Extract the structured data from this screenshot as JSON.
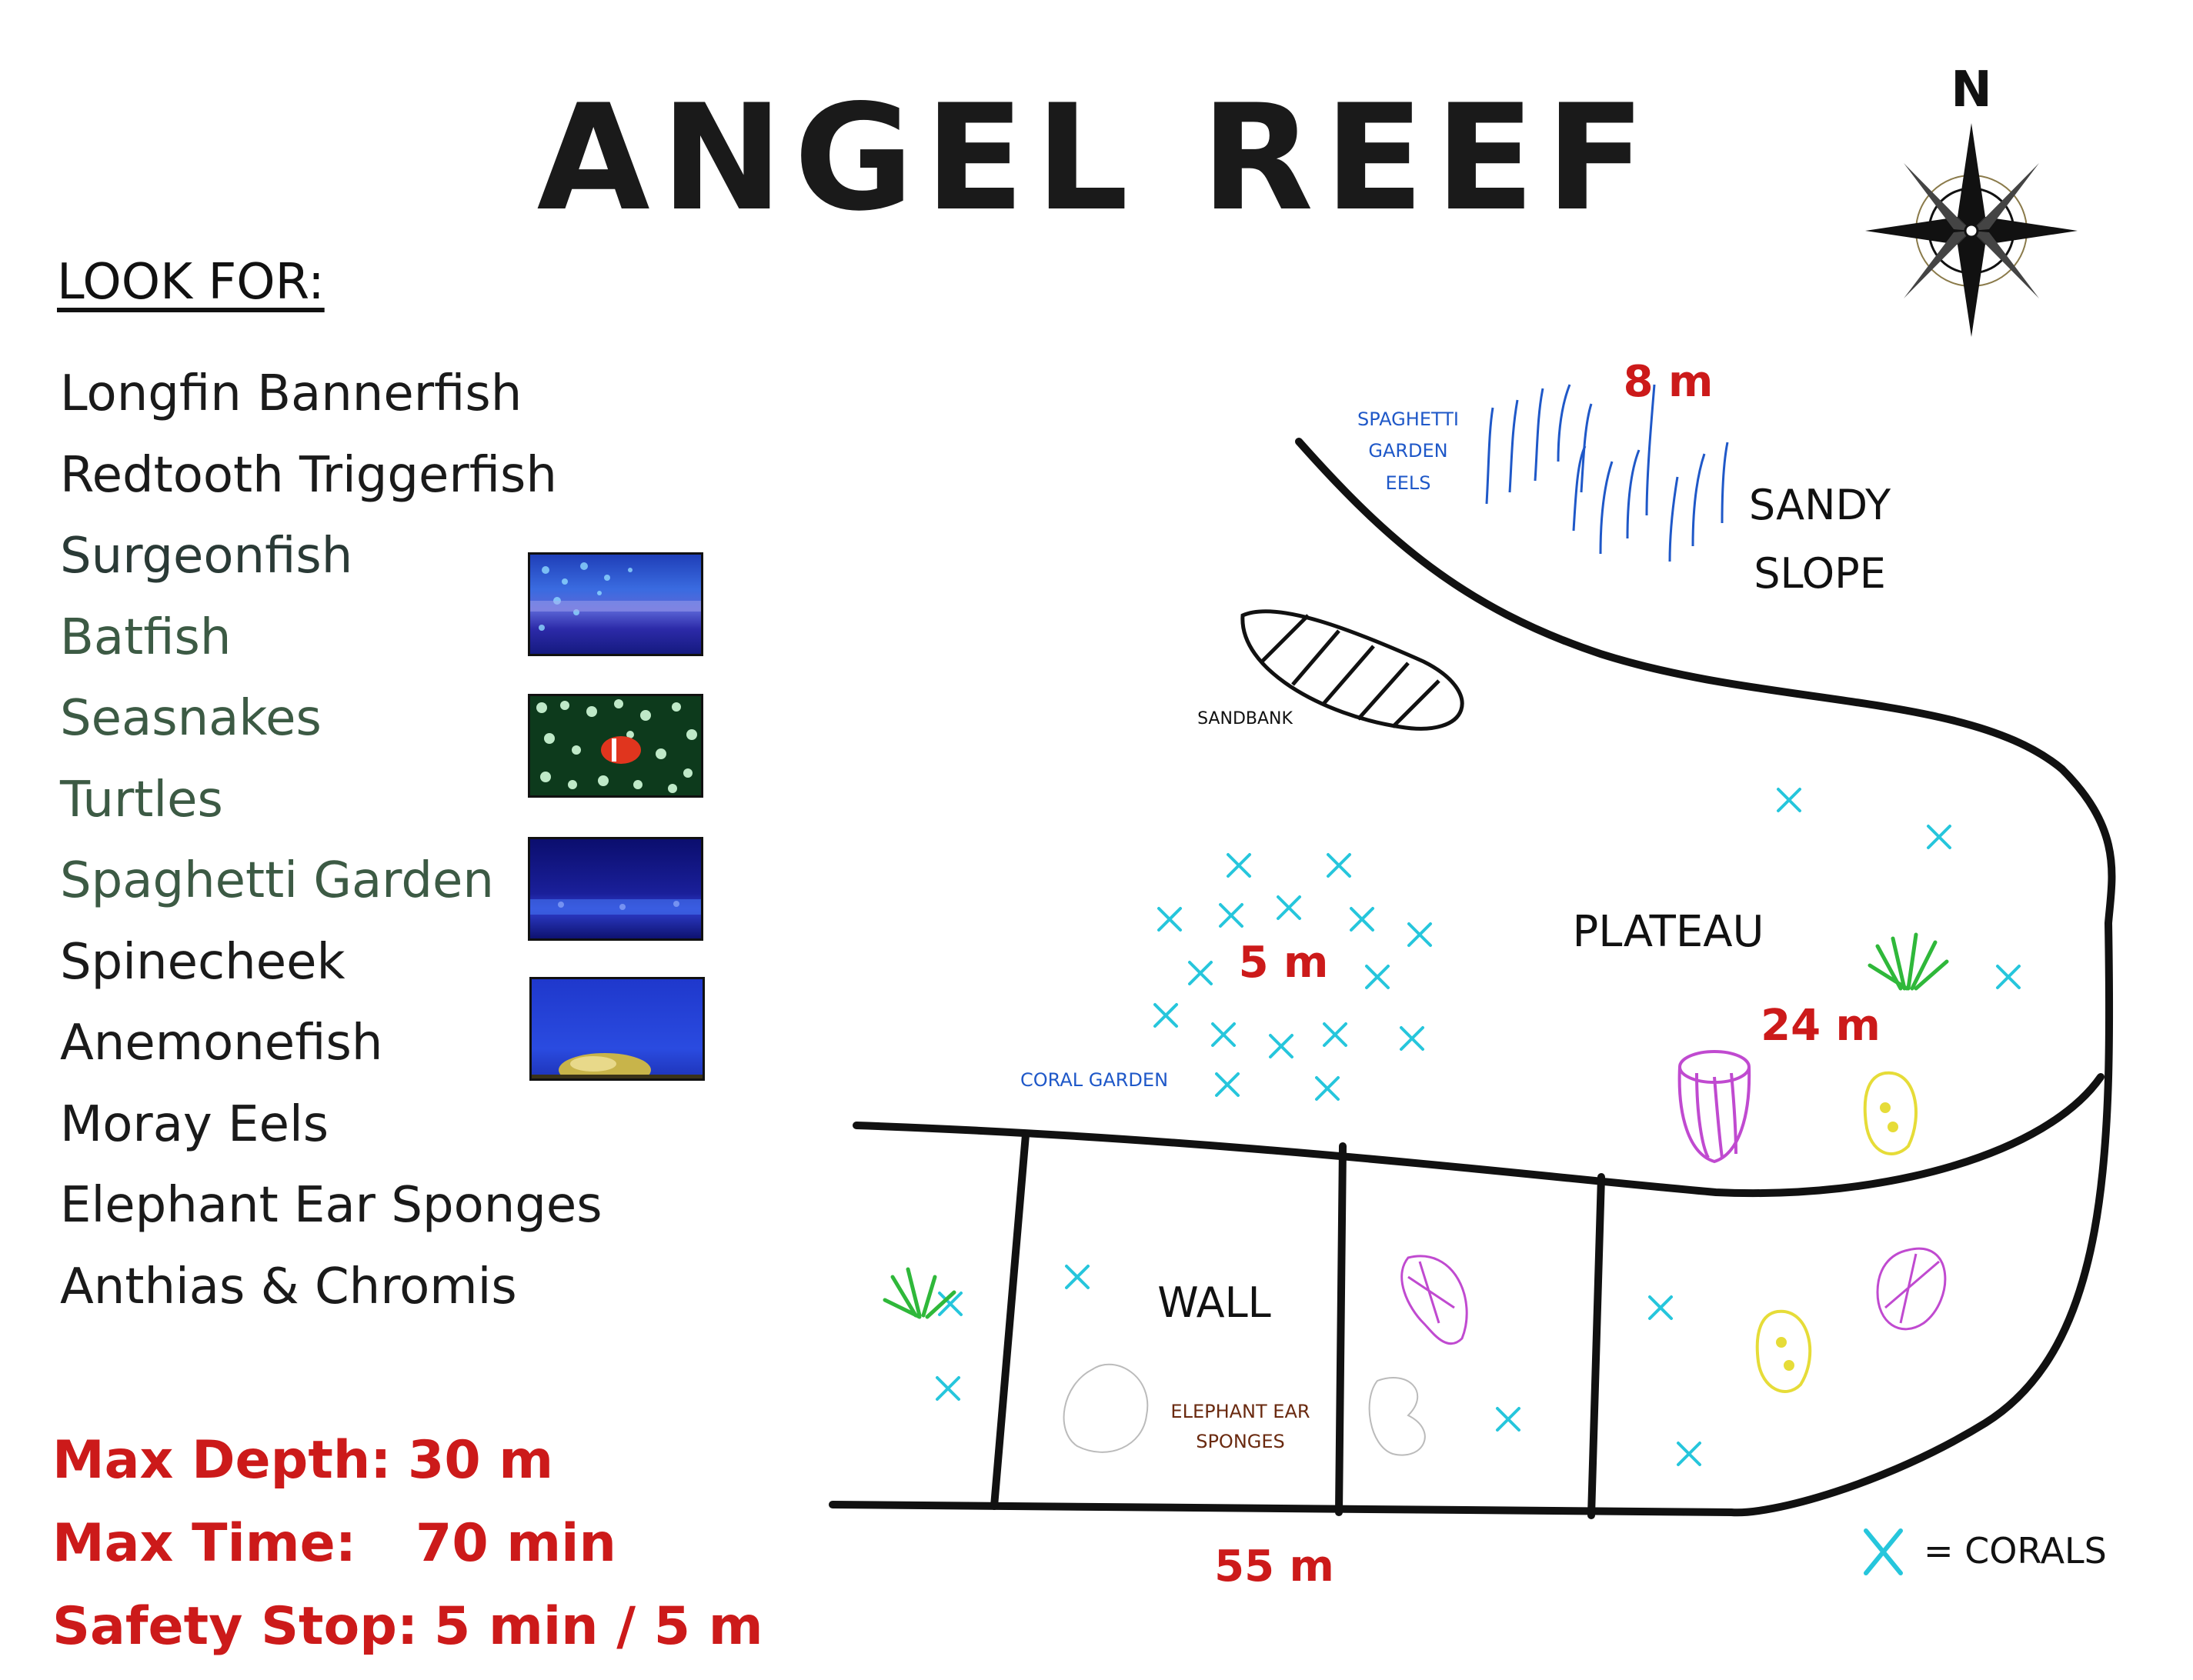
{
  "title": "ANGEL REEF",
  "compass": {
    "label": "N"
  },
  "look_for": {
    "heading": "LOOK FOR:",
    "items": [
      {
        "label": "Longfin Bannerfish",
        "color": "#1a1a1a"
      },
      {
        "label": "Redtooth Triggerfish",
        "color": "#1a1a1a"
      },
      {
        "label": "Surgeonfish",
        "color": "#2a3a36"
      },
      {
        "label": "Batfish",
        "color": "#3c5a44"
      },
      {
        "label": "Seasnakes",
        "color": "#3c5a44"
      },
      {
        "label": "Turtles",
        "color": "#3c5a44"
      },
      {
        "label": "Spaghetti Garden",
        "color": "#3c5a44"
      },
      {
        "label": "Spinecheek",
        "color": "#1a1a1a"
      },
      {
        "label": "Anemonefish",
        "color": "#1a1a1a"
      },
      {
        "label": "Moray Eels",
        "color": "#1a1a1a"
      },
      {
        "label": "Elephant Ear Sponges",
        "color": "#1a1a1a"
      },
      {
        "label": "Anthias & Chromis",
        "color": "#1a1a1a"
      }
    ]
  },
  "dive_info": {
    "max_depth_label": "Max Depth:",
    "max_depth_value": "30 m",
    "max_time_label": "Max Time:",
    "max_time_value": "70 min",
    "safety_stop_label": "Safety Stop:",
    "safety_stop_value": "5 min / 5 m"
  },
  "map": {
    "areas": {
      "sandy_slope_line1": "SANDY",
      "sandy_slope_line2": "SLOPE",
      "plateau": "PLATEAU",
      "wall": "WALL",
      "sandbank": "SANDBANK",
      "coral_garden": "CORAL GARDEN",
      "spaghetti_line1": "SPAGHETTI",
      "spaghetti_line2": "GARDEN",
      "spaghetti_line3": "EELS",
      "sponges_line1": "ELEPHANT EAR",
      "sponges_line2": "SPONGES"
    },
    "depths": {
      "top": "8 m",
      "coral_garden": "5 m",
      "plateau": "24 m",
      "wall_bottom": "55 m"
    },
    "legend": {
      "symbol": "X",
      "label": "= CORALS"
    }
  },
  "colors": {
    "ink": "#111111",
    "depth_red": "#cc1a1a",
    "coral_cyan": "#26c6dc",
    "annotation_blue": "#1f58c8",
    "sponge_magenta": "#c04ad0",
    "sponge_yellow": "#e6dc38",
    "seagrass_green": "#2fb83a"
  }
}
